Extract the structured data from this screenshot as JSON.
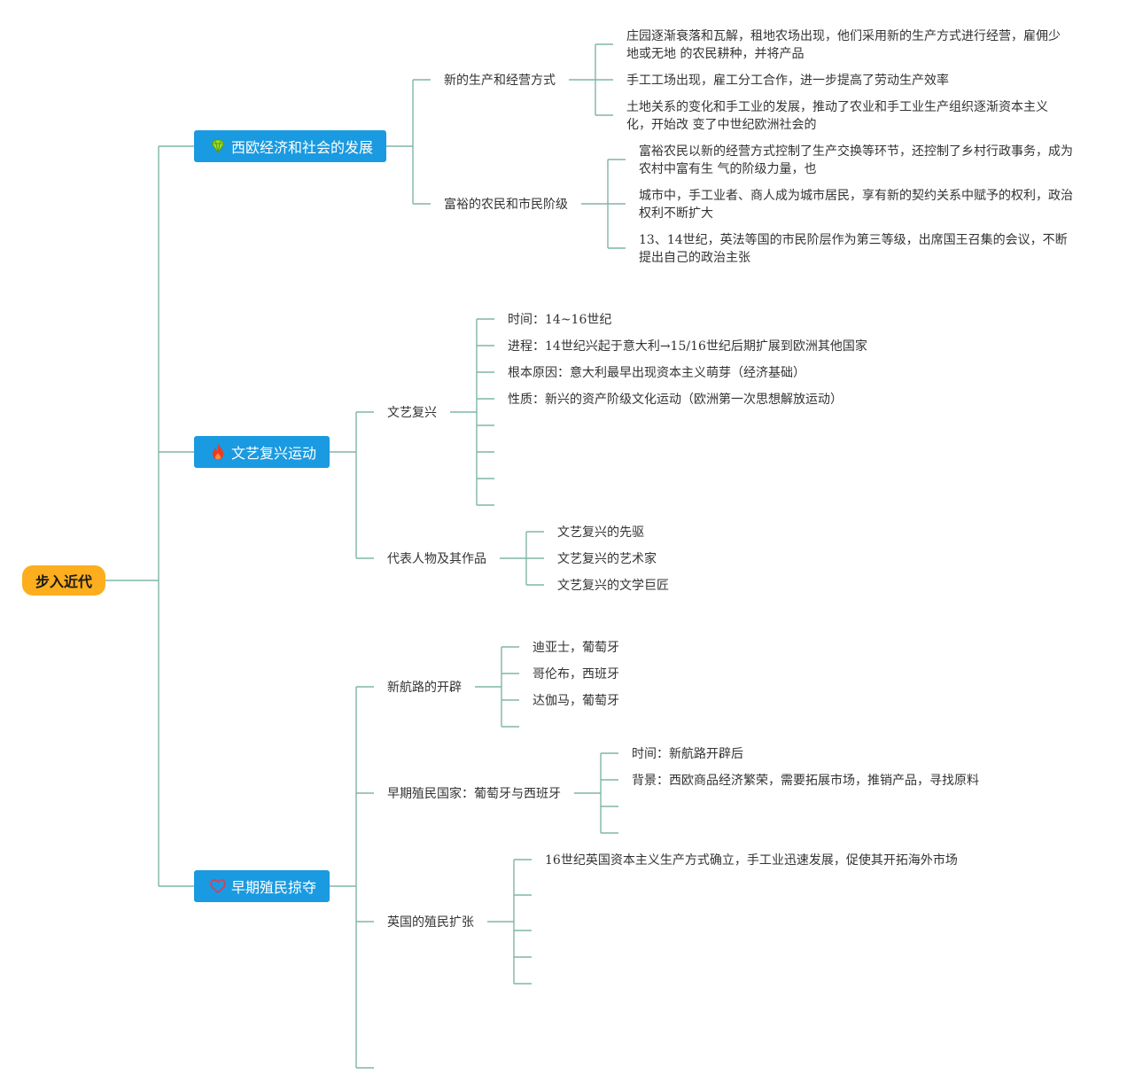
{
  "root": {
    "label": "步入近代"
  },
  "colors": {
    "root_fill": "#fcae1e",
    "branch_fill": "#1a9ae0",
    "connector": "#7fb5a9"
  },
  "branches": [
    {
      "label": "西欧经济和社会的发展",
      "icon": "diamond-icon",
      "children": [
        {
          "label": "新的生产和经营方式",
          "items": [
            "庄园逐渐衰落和瓦解，租地农场出现，他们采用新的生产方式进行经营，雇佣少地或无地 的农民耕种，并将产品",
            "手工工场出现，雇工分工合作，进一步提高了劳动生产效率",
            "土地关系的变化和手工业的发展，推动了农业和手工业生产组织逐渐资本主义化，开始改 变了中世纪欧洲社会的"
          ]
        },
        {
          "label": "富裕的农民和市民阶级",
          "items": [
            "富裕农民以新的经营方式控制了生产交换等环节，还控制了乡村行政事务，成为农村中富有生 气的阶级力量，也",
            "城市中，手工业者、商人成为城市居民，享有新的契约关系中赋予的权利，政治权利不断扩大",
            "13、14世纪，英法等国的市民阶层作为第三等级，出席国王召集的会议，不断提出自己的政治主张"
          ]
        }
      ]
    },
    {
      "label": "文艺复兴运动",
      "icon": "fire-icon",
      "children": [
        {
          "label": "文艺复兴",
          "items": [
            "时间：14~16世纪",
            "进程：14世纪兴起于意大利→15/16世纪后期扩展到欧洲其他国家",
            "根本原因：意大利最早出现资本主义萌芽（经济基础）",
            "性质：新兴的资产阶级文化运动（欧洲第一次思想解放运动）",
            "",
            "",
            "",
            ""
          ]
        },
        {
          "label": "代表人物及其作品",
          "items": [
            "文艺复兴的先驱",
            "文艺复兴的艺术家",
            "文艺复兴的文学巨匠"
          ]
        }
      ]
    },
    {
      "label": "早期殖民掠夺",
      "icon": "heart-icon",
      "children": [
        {
          "label": "新航路的开辟",
          "items": [
            "迪亚士，葡萄牙",
            "哥伦布，西班牙",
            "达伽马，葡萄牙",
            ""
          ]
        },
        {
          "label": "早期殖民国家：葡萄牙与西班牙",
          "items": [
            "时间：新航路开辟后",
            "背景：西欧商品经济繁荣，需要拓展市场，推销产品，寻找原料",
            "",
            ""
          ]
        },
        {
          "label": "英国的殖民扩张",
          "items": [
            "16世纪英国资本主义生产方式确立，手工业迅速发展，促使其开拓海外市场",
            "",
            "",
            "",
            ""
          ]
        },
        {
          "label": "",
          "items": []
        }
      ]
    }
  ]
}
